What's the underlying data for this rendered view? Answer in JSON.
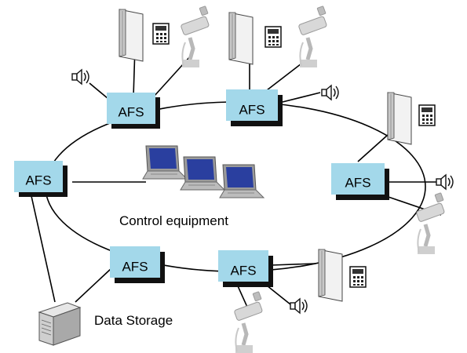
{
  "nodes": [
    {
      "id": "afs-top-left",
      "label": "AFS"
    },
    {
      "id": "afs-top-right",
      "label": "AFS"
    },
    {
      "id": "afs-left",
      "label": "AFS"
    },
    {
      "id": "afs-right",
      "label": "AFS"
    },
    {
      "id": "afs-bottom-left",
      "label": "AFS"
    },
    {
      "id": "afs-bottom-right",
      "label": "AFS"
    }
  ],
  "labels": {
    "control_equipment": "Control equipment",
    "data_storage": "Data Storage"
  },
  "colors": {
    "afs_fill": "#a3d8ea",
    "afs_shadow": "#111111",
    "line": "#000000",
    "screen": "#2a3f9f"
  },
  "icons": [
    "door-icon",
    "intercom-icon",
    "camera-icon",
    "speaker-icon",
    "laptop-icon",
    "server-icon"
  ]
}
